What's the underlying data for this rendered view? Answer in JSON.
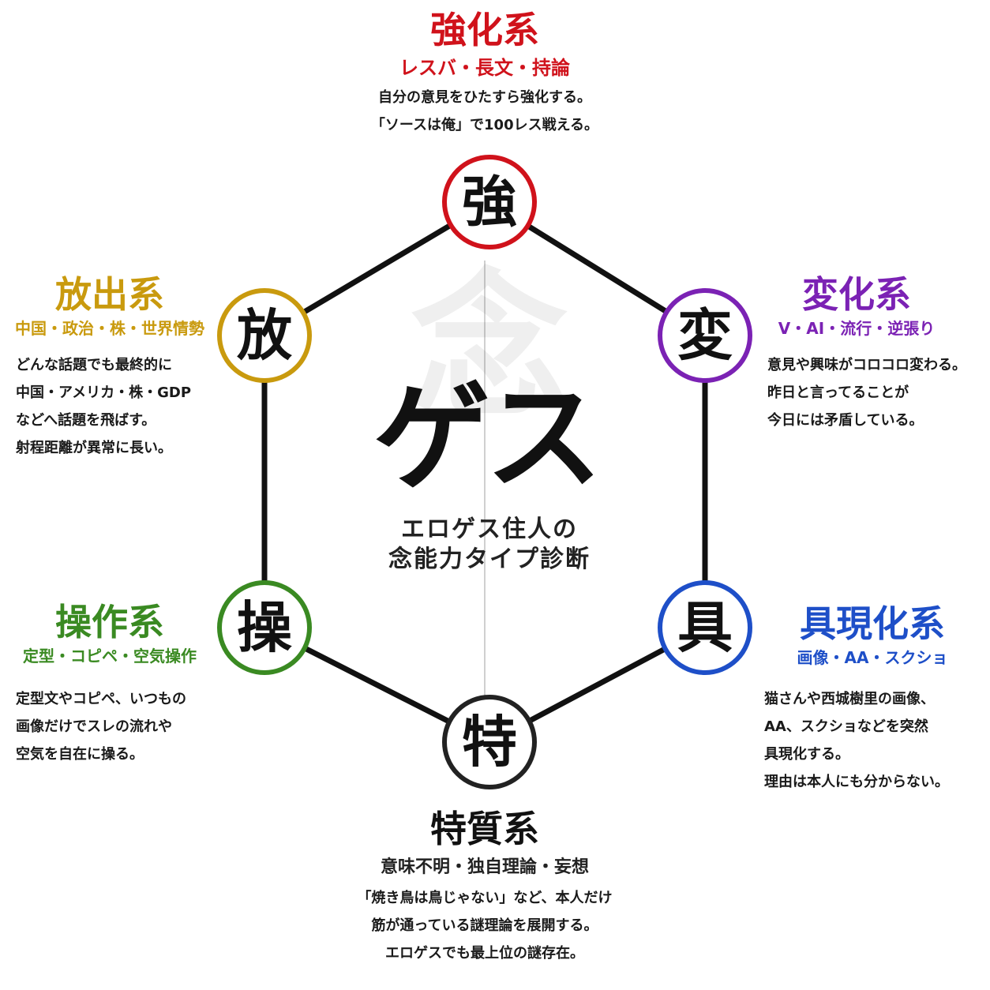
{
  "center": {
    "title": "ゲス",
    "subtitle_line1": "エロゲス住人の",
    "subtitle_line2": "念能力タイプ診断"
  },
  "types": [
    {
      "id": "kyouka",
      "symbol": "強",
      "title": "強化系",
      "keywords": "レスバ・長文・持論",
      "desc": [
        "自分の意見をひたすら強化する。",
        "「ソースは俺」で100レス戦える。"
      ],
      "color": "#d0121b"
    },
    {
      "id": "henka",
      "symbol": "変",
      "title": "変化系",
      "keywords": "V・AI・流行・逆張り",
      "desc": [
        "意見や興味がコロコロ変わる。",
        "昨日と言ってることが",
        "今日には矛盾している。"
      ],
      "color": "#7b22b4"
    },
    {
      "id": "gugen",
      "symbol": "具",
      "title": "具現化系",
      "keywords": "画像・AA・スクショ",
      "desc": [
        "猫さんや西城樹里の画像、",
        "AA、スクショなどを突然",
        "具現化する。",
        "理由は本人にも分からない。"
      ],
      "color": "#1e4fc8"
    },
    {
      "id": "tokushitsu",
      "symbol": "特",
      "title": "特質系",
      "keywords": "意味不明・独自理論・妄想",
      "desc": [
        "「焼き鳥は鳥じゃない」など、本人だけ",
        "筋が通っている謎理論を展開する。",
        "エロゲスでも最上位の謎存在。"
      ],
      "color": "#222222"
    },
    {
      "id": "sousa",
      "symbol": "操",
      "title": "操作系",
      "keywords": "定型・コピペ・空気操作",
      "desc": [
        "定型文やコピペ、いつもの",
        "画像だけでスレの流れや",
        "空気を自在に操る。"
      ],
      "color": "#3a8a22"
    },
    {
      "id": "houshutsu",
      "symbol": "放",
      "title": "放出系",
      "keywords": "中国・政治・株・世界情勢",
      "desc": [
        "どんな話題でも最終的に",
        "中国・アメリカ・株・GDP",
        "などへ話題を飛ばす。",
        "射程距離が異常に長い。"
      ],
      "color": "#c99a0e"
    }
  ]
}
